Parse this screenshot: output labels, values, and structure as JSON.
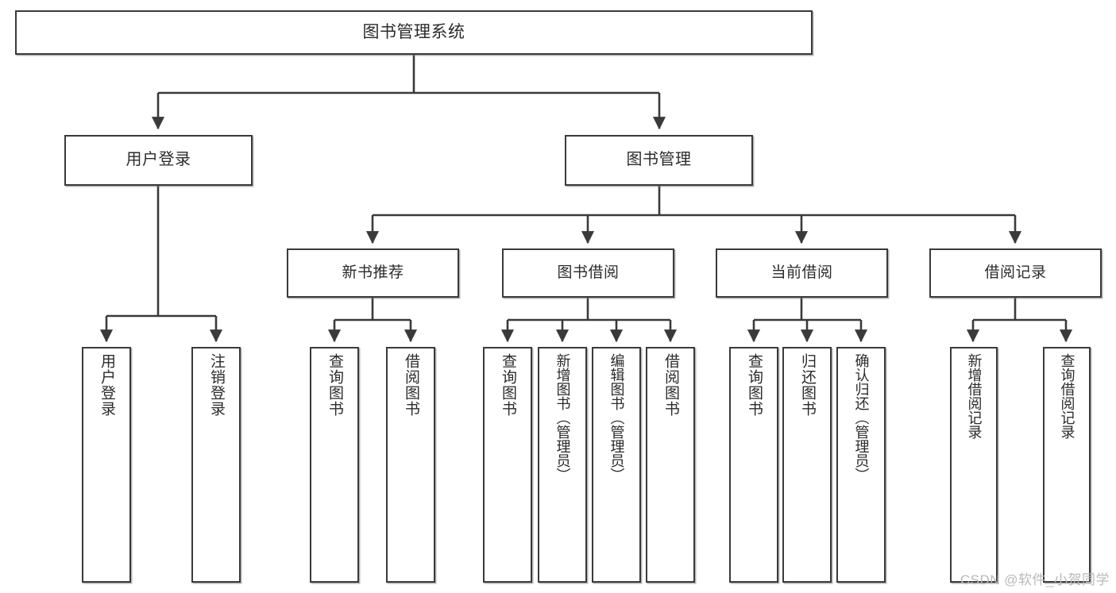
{
  "diagram": {
    "title": "图书管理系统",
    "type": "功能结构图",
    "watermark": "CSDN @软件_小贺同学",
    "line_color": "#3a3a3a",
    "box_fill": "#ffffff",
    "text_color": "#2b2b2b"
  },
  "nodes": {
    "root": {
      "label": "图书管理系统"
    },
    "level2": [
      {
        "label": "用户登录"
      },
      {
        "label": "图书管理"
      }
    ],
    "level3": [
      {
        "label": "新书推荐"
      },
      {
        "label": "图书借阅"
      },
      {
        "label": "当前借阅"
      },
      {
        "label": "借阅记录"
      }
    ],
    "leaves": {
      "user_login": [
        {
          "label": "用户登录"
        },
        {
          "label": "注销登录"
        }
      ],
      "new_book_recommend": [
        {
          "label": "查询图书"
        },
        {
          "label": "借阅图书"
        }
      ],
      "book_borrow": [
        {
          "label": "查询图书"
        },
        {
          "label": "新增图书（管理员）"
        },
        {
          "label": "编辑图书（管理员）"
        },
        {
          "label": "借阅图书"
        }
      ],
      "current_borrow": [
        {
          "label": "查询图书"
        },
        {
          "label": "归还图书"
        },
        {
          "label": "确认归还（管理员）"
        }
      ],
      "borrow_records": [
        {
          "label": "新增借阅记录"
        },
        {
          "label": "查询借阅记录"
        }
      ]
    }
  }
}
